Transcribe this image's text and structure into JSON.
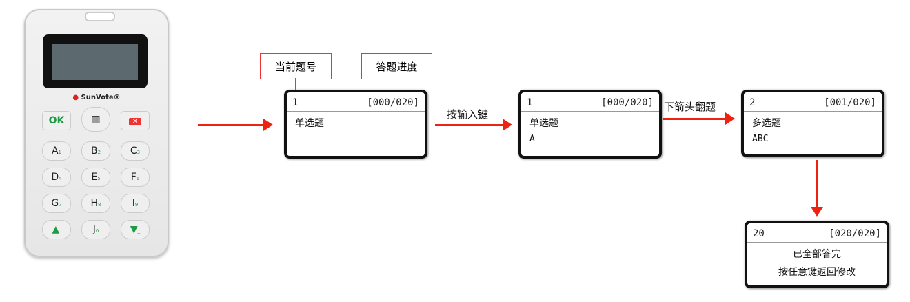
{
  "device": {
    "brand": "SunVote",
    "keys": [
      {
        "main": "OK",
        "sub": ""
      },
      {
        "main": "▥",
        "sub": ""
      },
      {
        "main": "✕",
        "sub": ""
      },
      {
        "main": "A",
        "sub": "1"
      },
      {
        "main": "B",
        "sub": "2"
      },
      {
        "main": "C",
        "sub": "3"
      },
      {
        "main": "D",
        "sub": "4"
      },
      {
        "main": "E",
        "sub": "5"
      },
      {
        "main": "F",
        "sub": "6"
      },
      {
        "main": "G",
        "sub": "7"
      },
      {
        "main": "H",
        "sub": "8"
      },
      {
        "main": "I",
        "sub": "9"
      },
      {
        "main": "▲",
        "sub": "."
      },
      {
        "main": "J",
        "sub": "0"
      },
      {
        "main": "▼",
        "sub": "_"
      }
    ]
  },
  "labels": {
    "current_question": "当前题号",
    "progress": "答题进度"
  },
  "steps": {
    "press_enter": "按输入键",
    "down_arrow": "下箭头翻题"
  },
  "screens": [
    {
      "num": "1",
      "progress": "[000/020]",
      "line1": "单选题",
      "line2": ""
    },
    {
      "num": "1",
      "progress": "[000/020]",
      "line1": "单选题",
      "line2": "A"
    },
    {
      "num": "2",
      "progress": "[001/020]",
      "line1": "多选题",
      "line2": "ABC"
    },
    {
      "num": "20",
      "progress": "[020/020]",
      "line1": "已全部答完",
      "line2": "按任意键返回修改"
    }
  ],
  "colors": {
    "arrow": "#e21",
    "green": "#1f9a45"
  }
}
